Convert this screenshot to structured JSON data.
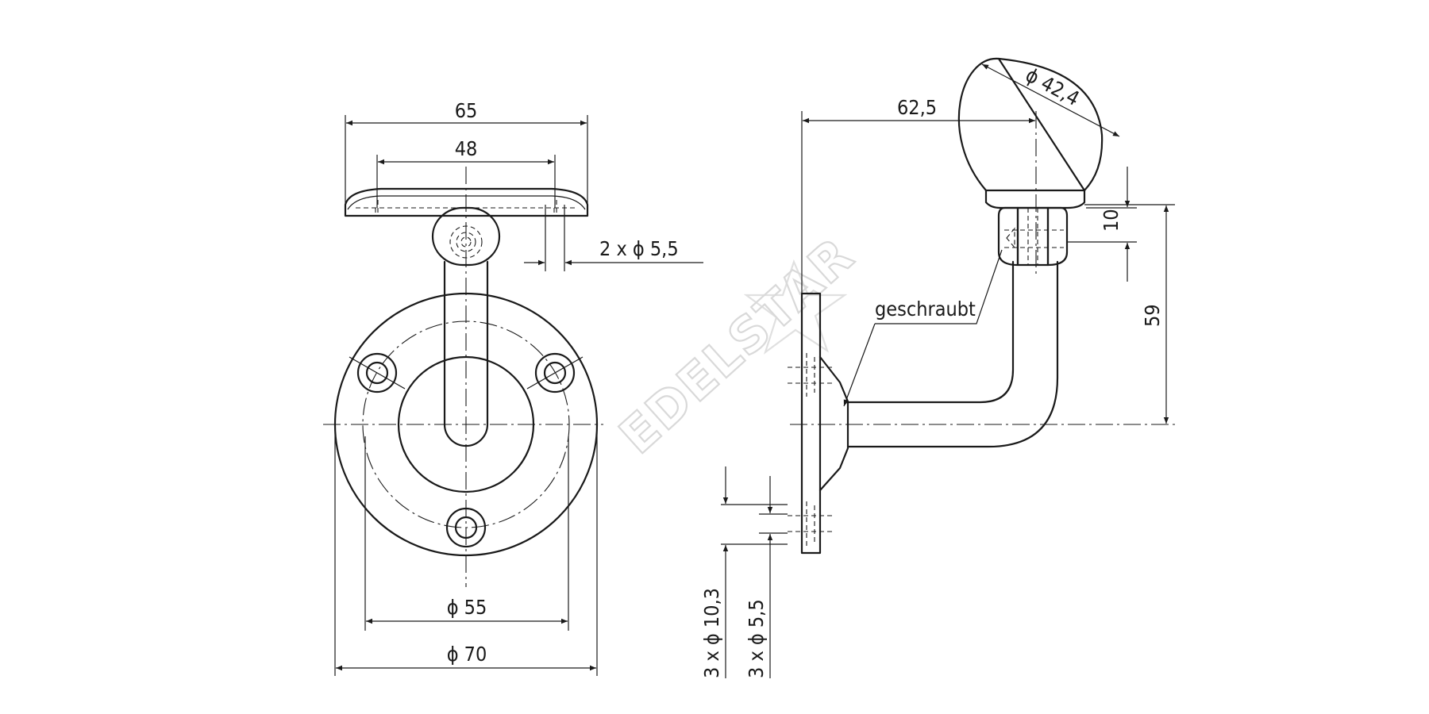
{
  "front_view": {
    "dim_plate_width": "65",
    "dim_hole_spacing": "48",
    "dim_holes_top": "2 x ϕ 5,5",
    "dim_bolt_circle": "ϕ 55",
    "dim_flange": "ϕ 70"
  },
  "side_view": {
    "dim_offset": "62,5",
    "dim_rail": "ϕ 42,4",
    "dim_saddle_height": "10",
    "dim_height": "59",
    "dim_holes_outer": "3 x ϕ 10,3",
    "dim_holes_inner": "3 x ϕ 5,5",
    "note_screwed": "geschraubt"
  },
  "watermark": "EDELSTAR"
}
